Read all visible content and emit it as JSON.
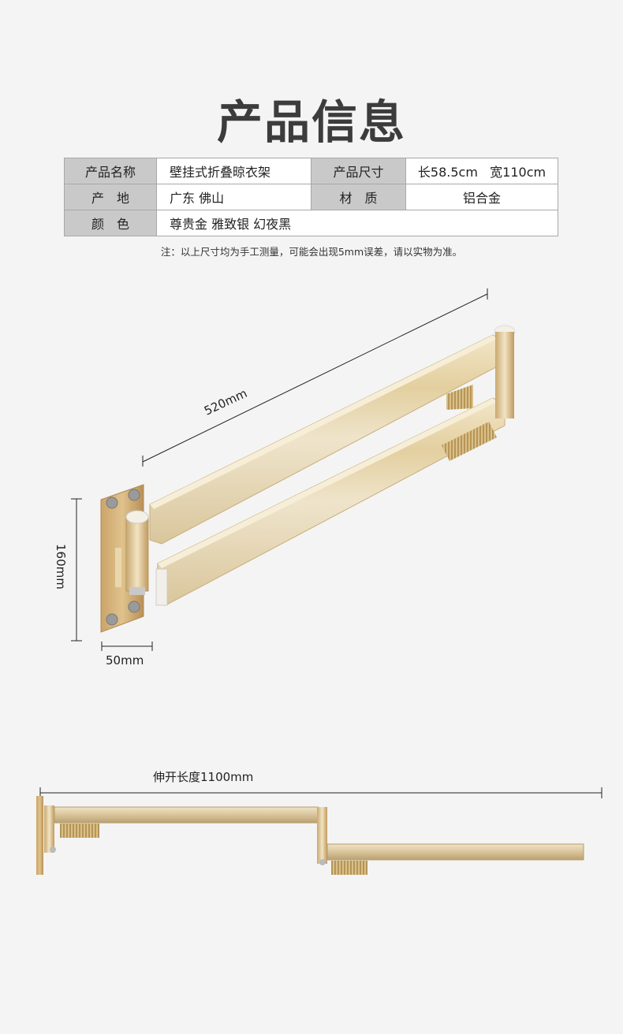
{
  "title": "产品信息",
  "spec_table": {
    "rows": [
      {
        "label1": "产品名称",
        "value1": "壁挂式折叠晾衣架",
        "label2": "产品尺寸",
        "value2": "长58.5cm   宽110cm"
      },
      {
        "label1": "产　地",
        "value1": "广东 佛山",
        "label2": "材　质",
        "value2": "铝合金"
      },
      {
        "label1": "颜　色",
        "value1": "尊贵金 雅致银 幻夜黑"
      }
    ]
  },
  "note": "注：以上尺寸均为手工测量，可能会出现5mm误差，请以实物为准。",
  "figure_folded": {
    "dim_length": "520mm",
    "dim_height": "160mm",
    "dim_width": "50mm"
  },
  "figure_extended": {
    "dim_extended": "伸开长度1100mm"
  },
  "colors": {
    "gold_light": "#e9dcc0",
    "gold_mid": "#d8c39a",
    "gold_dark": "#b8965a",
    "table_label_bg": "#c9c9c9",
    "background": "#f4f4f4"
  }
}
